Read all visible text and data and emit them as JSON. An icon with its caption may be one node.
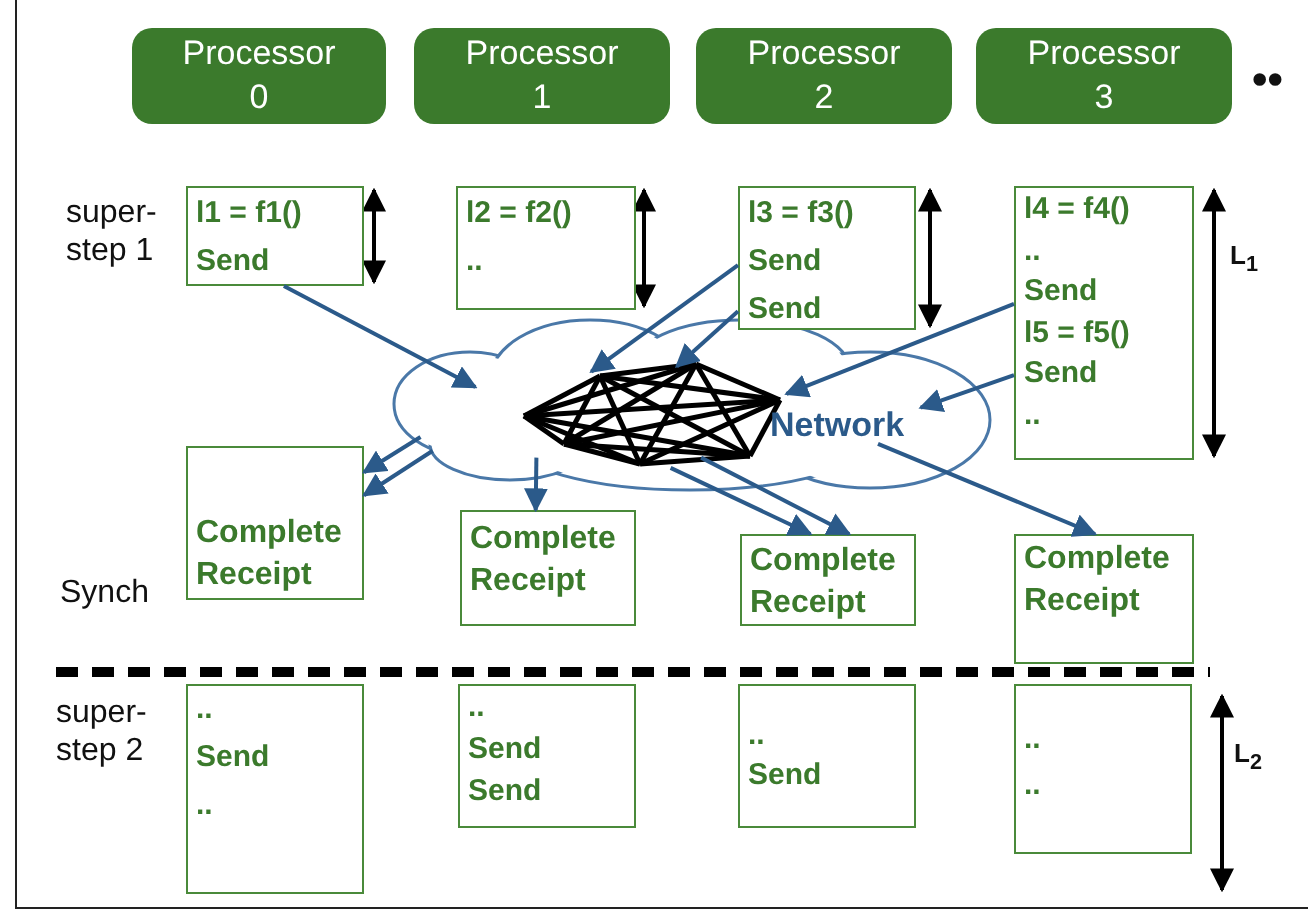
{
  "diagram": {
    "nodes": [
      {
        "text": [
          "Processor 0"
        ]
      },
      {
        "text": [
          "Processor 1"
        ]
      },
      {
        "text": [
          "Processor 2"
        ]
      },
      {
        "text": [
          "Processor 3"
        ]
      },
      {
        "text": [
          "l1 = f1()",
          "Send"
        ]
      },
      {
        "text": [
          "l2 = f2()",
          ".."
        ]
      },
      {
        "text": [
          "l3 = f3()",
          "Send",
          "Send"
        ]
      },
      {
        "text": [
          "l4 = f4()",
          "..",
          "Send",
          "l5 = f5()",
          "Send",
          ".."
        ]
      },
      {
        "text": [
          "Network"
        ]
      },
      {
        "text": [
          "Complete Receipt"
        ]
      },
      {
        "text": [
          "Complete Receipt"
        ]
      },
      {
        "text": [
          "Complete Receipt"
        ]
      },
      {
        "text": [
          "Complete Receipt"
        ]
      },
      {
        "text": [
          "..",
          "Send",
          ".."
        ]
      },
      {
        "text": [
          "..",
          "Send",
          "Send"
        ]
      },
      {
        "text": [
          "..",
          "Send"
        ]
      },
      {
        "text": [
          "..",
          ".."
        ]
      }
    ],
    "edges": [
      {
        "from": 4,
        "to": 8,
        "arrow": "to"
      },
      {
        "from": 6,
        "to": 8,
        "arrow": "to"
      },
      {
        "from": 6,
        "to": 8,
        "arrow": "to"
      },
      {
        "from": 7,
        "to": 8,
        "arrow": "to"
      },
      {
        "from": 7,
        "to": 8,
        "arrow": "to"
      },
      {
        "from": 8,
        "to": 9,
        "arrow": "to"
      },
      {
        "from": 8,
        "to": 9,
        "arrow": "to"
      },
      {
        "from": 8,
        "to": 10,
        "arrow": "to"
      },
      {
        "from": 8,
        "to": 11,
        "arrow": "to"
      },
      {
        "from": 8,
        "to": 11,
        "arrow": "to"
      },
      {
        "from": 8,
        "to": 12,
        "arrow": "to"
      }
    ],
    "labels": [
      "••",
      "super- step 1",
      "L$_{1}$",
      "Synch",
      "super- step 2",
      "L$_{2}$"
    ]
  }
}
